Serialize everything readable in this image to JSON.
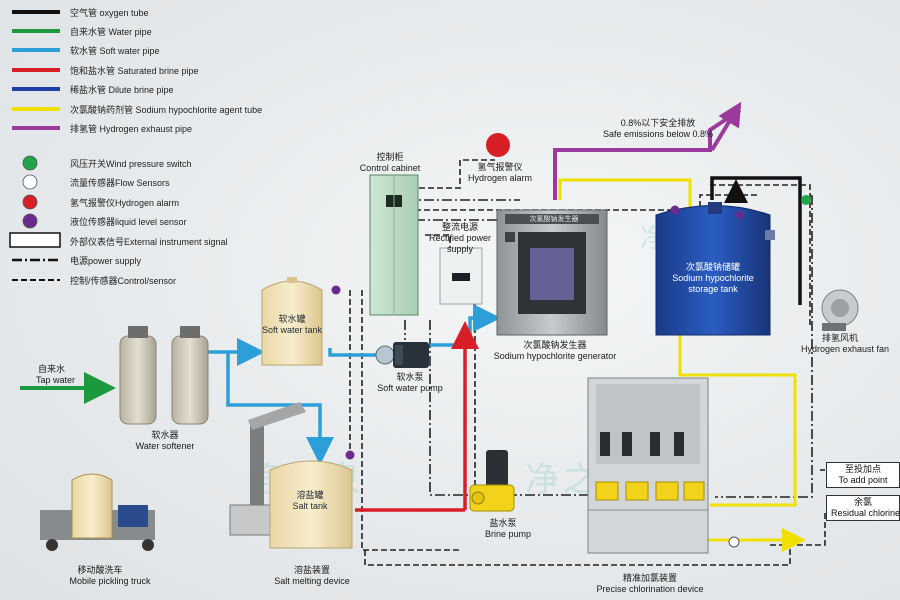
{
  "legend": [
    {
      "text": "空气管 oxygen tube",
      "color": "#111111",
      "kind": "line"
    },
    {
      "text": "自来水管 Water pipe",
      "color": "#1a9a3c",
      "kind": "line"
    },
    {
      "text": "软水管 Soft water pipe",
      "color": "#2d9fd8",
      "kind": "line"
    },
    {
      "text": "饱和盐水管 Saturated brine pipe",
      "color": "#d81e27",
      "kind": "line"
    },
    {
      "text": "稀盐水管 Dilute brine pipe",
      "color": "#1b3fa6",
      "kind": "line"
    },
    {
      "text": "次氯酸钠药剂管 Sodium hypochlorite agent tube",
      "color": "#f0e000",
      "kind": "line"
    },
    {
      "text": "排氢管 Hydrogen exhaust pipe",
      "color": "#9b3a9c",
      "kind": "line"
    },
    {
      "text": "风压开关Wind pressure switch",
      "color": "#1fa64a",
      "kind": "dot"
    },
    {
      "text": "流量传感器Flow Sensors",
      "color": "#ffffff",
      "kind": "dot"
    },
    {
      "text": "氢气报警仪Hydrogen alarm",
      "color": "#d61f26",
      "kind": "dot"
    },
    {
      "text": "液位传感器liquid level sensor",
      "color": "#6a2b8e",
      "kind": "dot"
    },
    {
      "text": "外部仪表信号External instrument signal",
      "color": "#111111",
      "kind": "box"
    },
    {
      "text": "电源power supply",
      "color": "#111111",
      "kind": "dashdot"
    },
    {
      "text": "控制/传感器Control/sensor",
      "color": "#111111",
      "kind": "dashed"
    }
  ],
  "labels": {
    "emission_cn": "0.8%以下安全排放",
    "emission_en": "Safe emissions below 0.8%",
    "control_cabinet_cn": "控制柜",
    "control_cabinet_en": "Control cabinet",
    "hydrogen_alarm_cn": "氢气报警仪",
    "hydrogen_alarm_en": "Hydrogen alarm",
    "rectified_cn": "整流电源",
    "rectified_en": "Rectified power supply",
    "generator_panel": "次氯酸钠发生器",
    "generator_cn": "次氯酸钠发生器",
    "generator_en": "Sodium hypochlorite generator",
    "storage_cn": "次氯酸钠储罐",
    "storage_en": "Sodium hypochlorite storage tank",
    "exhaust_fan_cn": "排氢风机",
    "exhaust_fan_en": "Hydrogen exhaust fan",
    "soft_tank_cn": "软水罐",
    "soft_tank_en": "Soft water tank",
    "soft_pump_cn": "软水泵",
    "soft_pump_en": "Soft water pump",
    "tap_water_cn": "自来水",
    "tap_water_en": "Tap water",
    "softener_cn": "软水器",
    "softener_en": "Water softener",
    "salt_tank_cn": "溶盐罐",
    "salt_tank_en": "Salt tank",
    "brine_pump_cn": "盐水泵",
    "brine_pump_en": "Brine pump",
    "pickling_cn": "移动酸洗车",
    "pickling_en": "Mobile pickling truck",
    "salt_melting_cn": "溶盐装置",
    "salt_melting_en": "Salt melting device",
    "dosing_cn": "精准加氯装置",
    "dosing_en": "Precise chlorination device",
    "to_add_cn": "至投加点",
    "to_add_en": "To add point",
    "residual_cn": "余氯",
    "residual_en": "Residual chlorine"
  },
  "watermark": "净之泉"
}
